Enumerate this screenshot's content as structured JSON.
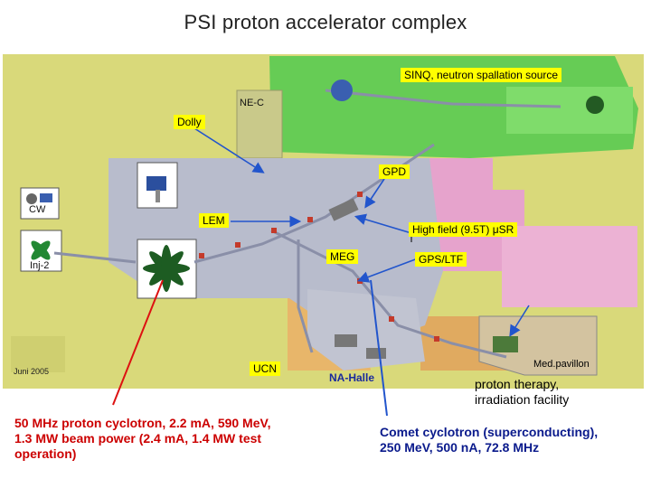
{
  "title": "PSI proton accelerator complex",
  "labels": {
    "sinq": "SINQ, neutron spallation source",
    "ne_c": "NE-C",
    "dolly": "Dolly",
    "gpd": "GPD",
    "cw": "CW",
    "lem": "LEM",
    "high_field": "High field (9.5T) μSR",
    "meg": "MEG",
    "gps_ltf": "GPS/LTF",
    "inj2": "Inj-2",
    "ucn": "UCN",
    "na_halle": "NA-Halle",
    "med_pavilion": "Med.pavillon",
    "date": "Juni 2005"
  },
  "captions": {
    "proton_therapy": [
      "proton therapy,",
      "irradiation facility"
    ],
    "cyclotron_50mhz": [
      "50 MHz proton cyclotron, 2.2 mA, 590 MeV,",
      "1.3 MW beam power (2.4 mA, 1.4 MW test",
      "operation)"
    ],
    "comet": [
      "Comet cyclotron (superconducting),",
      "250 MeV, 500 nA, 72.8 MHz"
    ]
  },
  "colors": {
    "hall": "#d9d97a",
    "sinq_area": "#66cc55",
    "pink_area": "#e6a3cc",
    "label_bg": "#ffff00",
    "arrow_blue": "#2255cc",
    "arrow_red": "#dd1111",
    "beamline": "#8a8fa8"
  }
}
